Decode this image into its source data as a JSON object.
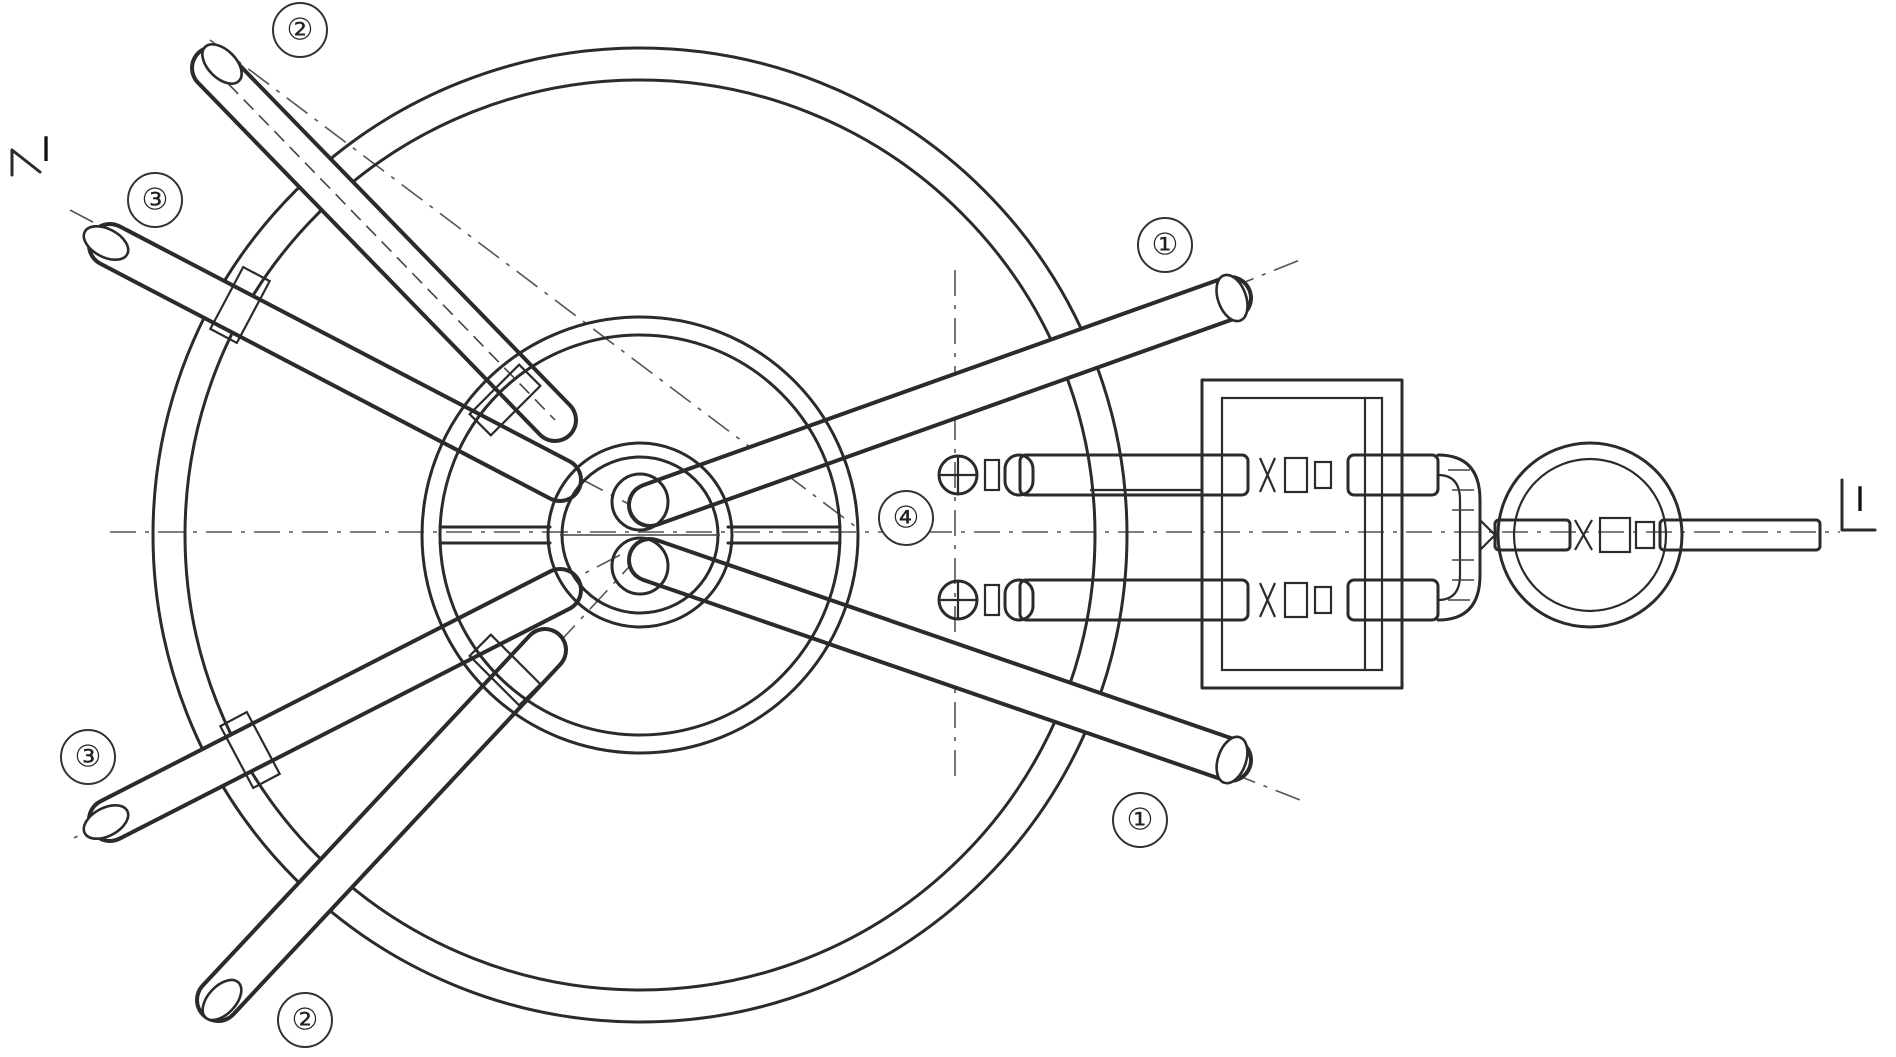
{
  "callouts": {
    "c1_upper": "①",
    "c1_lower": "①",
    "c2_upper": "②",
    "c2_lower": "②",
    "c3_upper": "③",
    "c3_lower": "③",
    "c4": "④"
  },
  "section_marks": {
    "left": "I",
    "right": "I"
  },
  "colors": {
    "line": "#2b2b2b",
    "background": "#ffffff"
  }
}
